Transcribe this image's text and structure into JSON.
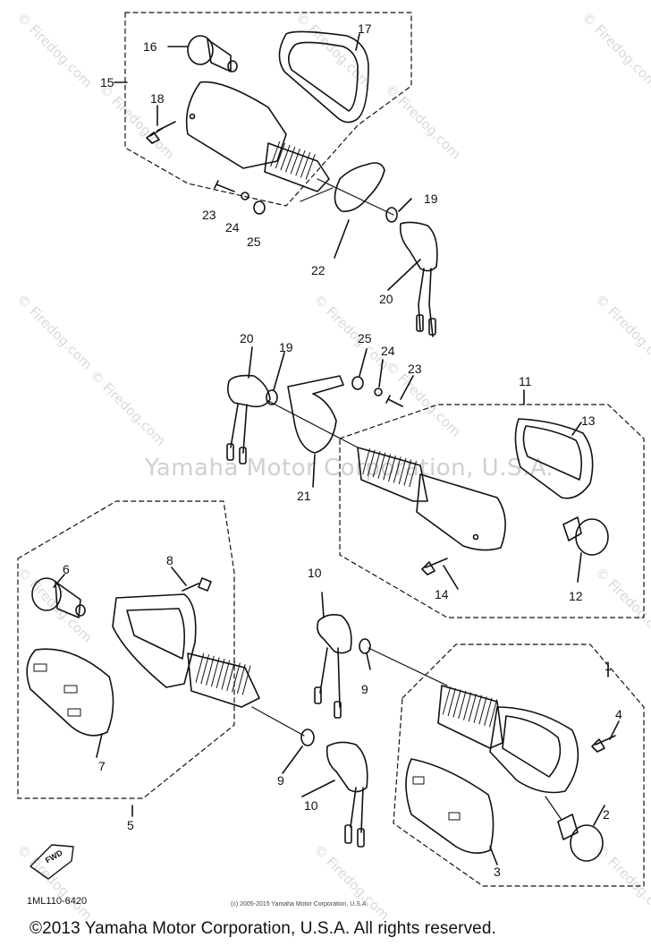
{
  "watermark": {
    "center": "Yamaha Motor Corporation, U.S.A.",
    "repeat_text": "© Firedog.com",
    "center_overlay": "© Firedog.com"
  },
  "diagram": {
    "part_code": "1ML110-6420",
    "fwd_label": "FWD",
    "small_copyright": "(c) 2005-2015 Yamaha Motor Corporation, U.S.A.",
    "footer_copyright": "©2013 Yamaha Motor Corporation, U.S.A. All rights reserved.",
    "callouts": [
      "1",
      "2",
      "3",
      "4",
      "5",
      "6",
      "7",
      "8",
      "9",
      "9",
      "10",
      "10",
      "11",
      "12",
      "13",
      "14",
      "15",
      "16",
      "17",
      "18",
      "19",
      "19",
      "20",
      "20",
      "21",
      "22",
      "23",
      "23",
      "24",
      "24",
      "25",
      "25"
    ]
  },
  "colors": {
    "line": "#111111",
    "watermark": "#d6d6d6",
    "background": "#ffffff"
  }
}
